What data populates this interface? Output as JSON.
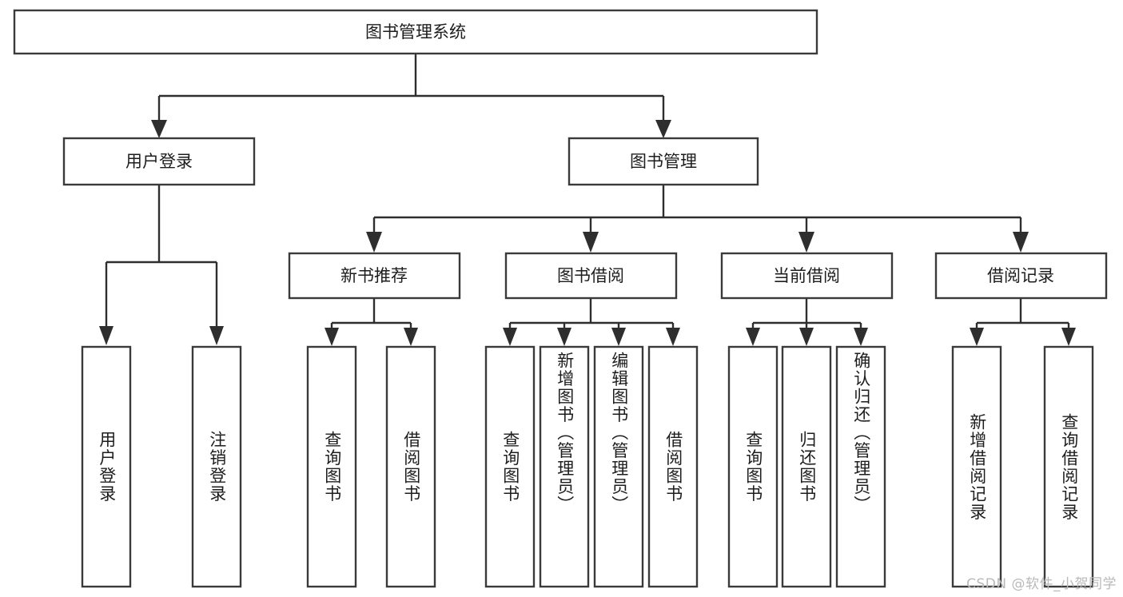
{
  "diagram": {
    "type": "tree-hierarchy",
    "title": "图书管理系统",
    "watermark": "CSDN @软件_小贺同学",
    "colors": {
      "box_stroke": "#3a3a3a",
      "box_fill": "#ffffff",
      "connector": "#2e2e2e",
      "text": "#1d1d1d",
      "watermark": "#b9b9b9",
      "background": "#ffffff"
    },
    "root": {
      "id": "root",
      "label": "图书管理系统",
      "orientation": "horizontal"
    },
    "level2": [
      {
        "id": "user-login",
        "label": "用户登录",
        "orientation": "horizontal"
      },
      {
        "id": "book-manage",
        "label": "图书管理",
        "orientation": "horizontal"
      }
    ],
    "level3": [
      {
        "id": "new-book-recommend",
        "label": "新书推荐",
        "parent": "book-manage",
        "orientation": "horizontal"
      },
      {
        "id": "book-borrow",
        "label": "图书借阅",
        "parent": "book-manage",
        "orientation": "horizontal"
      },
      {
        "id": "current-borrow",
        "label": "当前借阅",
        "parent": "book-manage",
        "orientation": "horizontal"
      },
      {
        "id": "borrow-record",
        "label": "借阅记录",
        "parent": "book-manage",
        "orientation": "horizontal"
      }
    ],
    "leaves": [
      {
        "id": "leaf-user-login",
        "label": "用户登录",
        "parent": "user-login",
        "orientation": "vertical"
      },
      {
        "id": "leaf-user-logout",
        "label": "注销登录",
        "parent": "user-login",
        "orientation": "vertical"
      },
      {
        "id": "leaf-query-book-1",
        "label": "查询图书",
        "parent": "new-book-recommend",
        "orientation": "vertical"
      },
      {
        "id": "leaf-borrow-book-1",
        "label": "借阅图书",
        "parent": "new-book-recommend",
        "orientation": "vertical"
      },
      {
        "id": "leaf-query-book-2",
        "label": "查询图书",
        "parent": "book-borrow",
        "orientation": "vertical"
      },
      {
        "id": "leaf-add-book",
        "label": "新增图书（管理员）",
        "parent": "book-borrow",
        "orientation": "vertical"
      },
      {
        "id": "leaf-edit-book",
        "label": "编辑图书（管理员）",
        "parent": "book-borrow",
        "orientation": "vertical"
      },
      {
        "id": "leaf-borrow-book-2",
        "label": "借阅图书",
        "parent": "book-borrow",
        "orientation": "vertical"
      },
      {
        "id": "leaf-query-book-3",
        "label": "查询图书",
        "parent": "current-borrow",
        "orientation": "vertical"
      },
      {
        "id": "leaf-return-book",
        "label": "归还图书",
        "parent": "current-borrow",
        "orientation": "vertical"
      },
      {
        "id": "leaf-confirm-return",
        "label": "确认归还（管理员）",
        "parent": "current-borrow",
        "orientation": "vertical"
      },
      {
        "id": "leaf-add-record",
        "label": "新增借阅记录",
        "parent": "borrow-record",
        "orientation": "vertical"
      },
      {
        "id": "leaf-query-record",
        "label": "查询借阅记录",
        "parent": "borrow-record",
        "orientation": "vertical"
      }
    ]
  }
}
